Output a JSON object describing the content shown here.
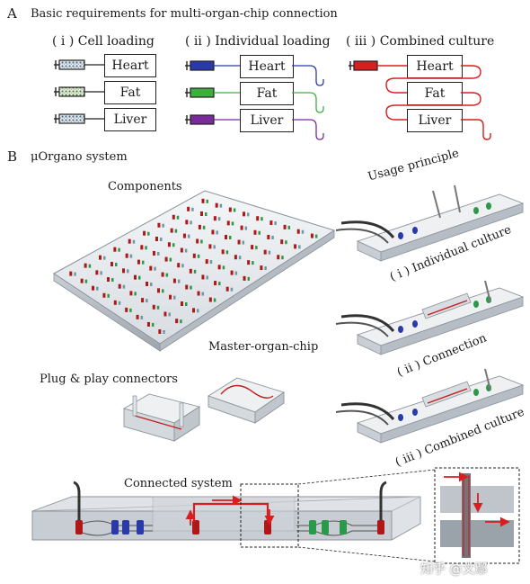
{
  "panel_a": {
    "letter": "A",
    "title": "Basic requirements for multi-organ-chip connection",
    "col1": "( ⅰ ) Cell loading",
    "col2": "( ⅱ ) Individual loading",
    "col3": "( ⅲ ) Combined culture",
    "organs": [
      "Heart",
      "Fat",
      "Liver"
    ],
    "colors": {
      "heart": "#2a3aa8",
      "fat": "#3cb03c",
      "liver": "#7a2a9a",
      "combined": "#d81e1e"
    }
  },
  "panel_b": {
    "letter": "B",
    "title": "μOrgano system",
    "components": "Components",
    "master": "Master-organ-chip",
    "plug": "Plug & play connectors",
    "usage": "Usage principle",
    "step1": "( ⅰ ) Individual culture",
    "step2": "( ⅱ ) Connection",
    "step3": "( ⅲ ) Combined culture",
    "connected": "Connected system"
  },
  "watermark": "知乎 @文鄢"
}
